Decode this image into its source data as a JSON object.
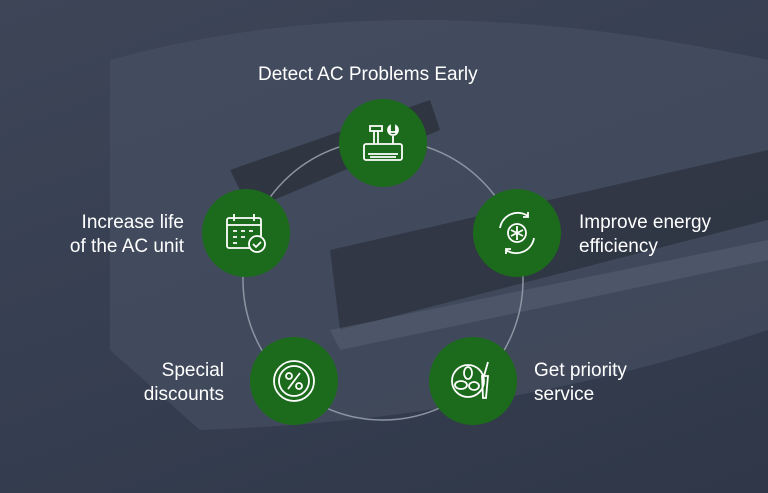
{
  "items": [
    {
      "label": "Detect AC Problems Early",
      "icon": "tools-ac-icon"
    },
    {
      "label": "Improve energy efficiency",
      "line1": "Improve energy",
      "line2": "efficiency",
      "icon": "energy-cycle-icon"
    },
    {
      "label": "Get priority service",
      "line1": "Get priority",
      "line2": "service",
      "icon": "fan-screwdriver-icon"
    },
    {
      "label": "Special discounts",
      "line1": "Special",
      "line2": "discounts",
      "icon": "percent-icon"
    },
    {
      "label": "Increase life of the AC unit",
      "line1": "Increase life",
      "line2": "of the AC unit",
      "icon": "calendar-check-icon"
    }
  ],
  "colors": {
    "green": "#1c6b1c",
    "background": "#3a4354"
  }
}
